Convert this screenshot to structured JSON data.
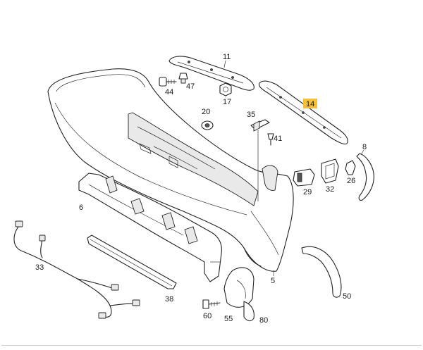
{
  "diagram": {
    "callouts": {
      "p11": "11",
      "p14": "14",
      "p44": "44",
      "p47": "47",
      "p17": "17",
      "p20": "20",
      "p35": "35",
      "p41": "41",
      "p8": "8",
      "p29": "29",
      "p32": "32",
      "p26": "26",
      "p6": "6",
      "p33": "33",
      "p38": "38",
      "p5": "5",
      "p50": "50",
      "p60": "60",
      "p55": "55",
      "p80": "80"
    },
    "highlight_color": "#f3c13a",
    "line_color": "#222222"
  }
}
